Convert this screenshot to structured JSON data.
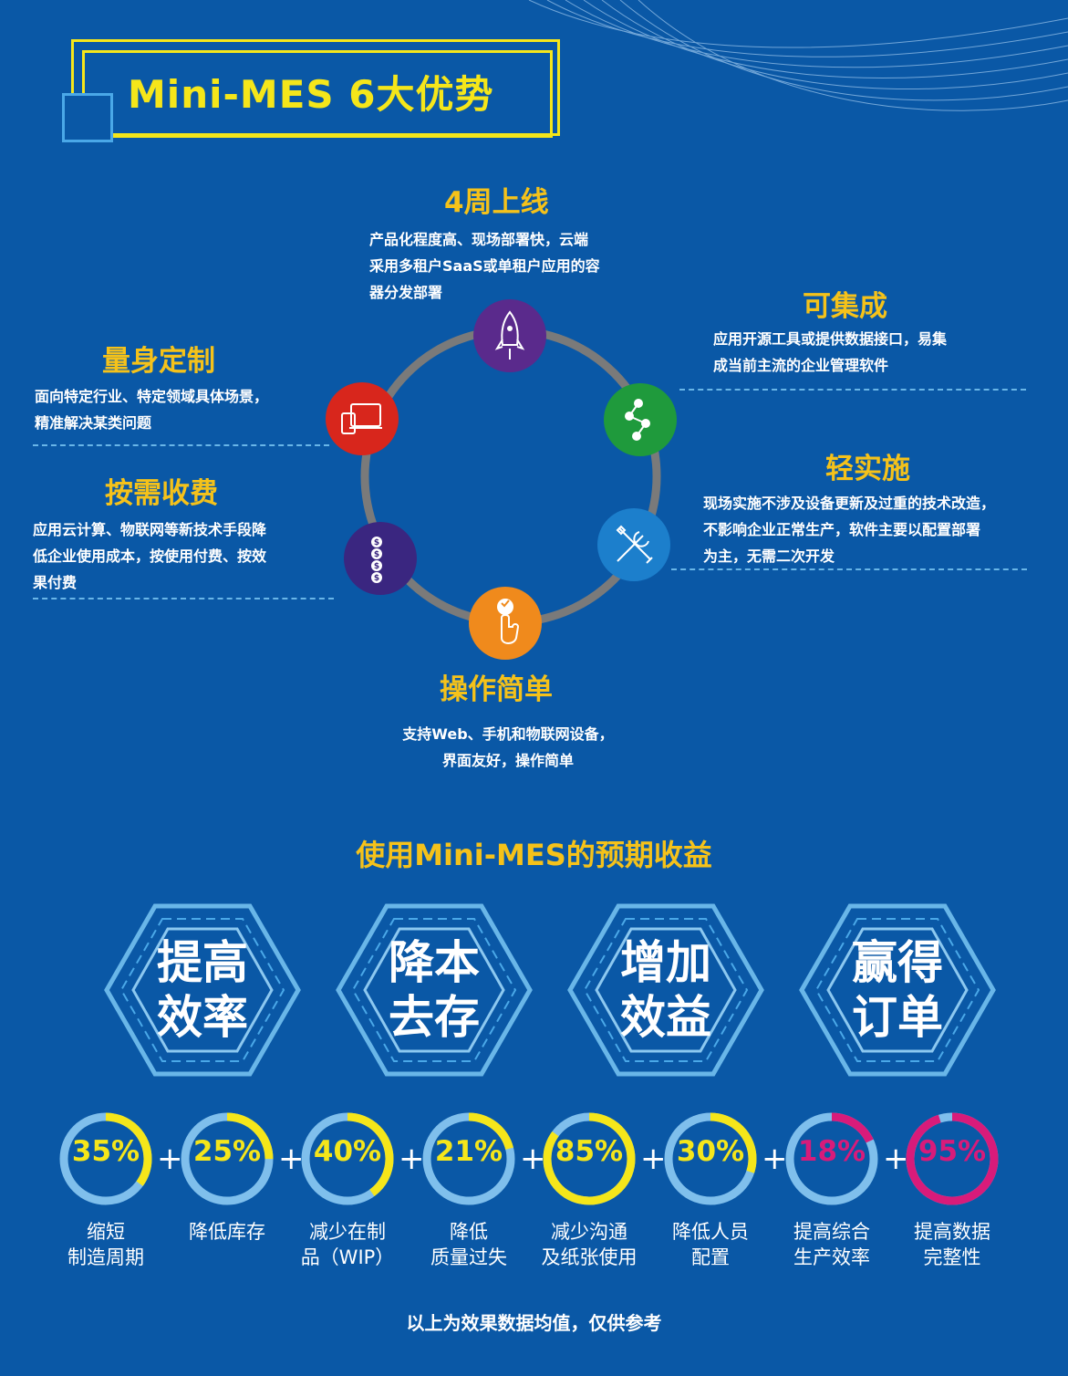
{
  "header": {
    "title": "Mini-MES 6大优势"
  },
  "features": [
    {
      "id": "weeks4",
      "title": "4周上线",
      "desc": [
        "产品化程度高、现场部署快，云端",
        "采用多租户SaaS或单租户应用的容",
        "器分发部署"
      ],
      "icon": "rocket-icon",
      "color": "#5a2a8c"
    },
    {
      "id": "integrate",
      "title": "可集成",
      "desc": [
        "应用开源工具或提供数据接口，易集",
        "成当前主流的企业管理软件"
      ],
      "icon": "share-nodes-icon",
      "color": "#1f9a3c"
    },
    {
      "id": "light",
      "title": "轻实施",
      "desc": [
        "现场实施不涉及设备更新及过重的技术改造，",
        "不影响企业正常生产，软件主要以配置部署",
        "为主，无需二次开发"
      ],
      "icon": "wrench-screwdriver-icon",
      "color": "#1c7fcc"
    },
    {
      "id": "simple",
      "title": "操作简单",
      "desc": [
        "支持Web、手机和物联网设备，",
        "界面友好，操作简单"
      ],
      "icon": "touch-hand-icon",
      "color": "#f08a1c"
    },
    {
      "id": "pay",
      "title": "按需收费",
      "desc": [
        "应用云计算、物联网等新技术手段降",
        "低企业使用成本，按使用付费、按效",
        "果付费"
      ],
      "icon": "coins-dollar-icon",
      "color": "#3a2680"
    },
    {
      "id": "custom",
      "title": "量身定制",
      "desc": [
        "面向特定行业、特定领域具体场景，",
        "精准解决某类问题"
      ],
      "icon": "devices-icon",
      "color": "#d8261c"
    }
  ],
  "benefits": {
    "title": "使用Mini-MES的预期收益",
    "hexes": [
      {
        "line1": "提高",
        "line2": "效率"
      },
      {
        "line1": "降本",
        "line2": "去存"
      },
      {
        "line1": "增加",
        "line2": "效益"
      },
      {
        "line1": "赢得",
        "line2": "订单"
      }
    ],
    "metrics": [
      {
        "value": "35%",
        "fraction": 0.35,
        "color": "#f5e61a",
        "label": [
          "缩短",
          "制造周期"
        ]
      },
      {
        "value": "25%",
        "fraction": 0.25,
        "color": "#f5e61a",
        "label": [
          "降低库存"
        ]
      },
      {
        "value": "40%",
        "fraction": 0.4,
        "color": "#f5e61a",
        "label": [
          "减少在制",
          "品（WIP）"
        ]
      },
      {
        "value": "21%",
        "fraction": 0.21,
        "color": "#f5e61a",
        "label": [
          "降低",
          "质量过失"
        ]
      },
      {
        "value": "85%",
        "fraction": 0.85,
        "color": "#f5e61a",
        "label": [
          "减少沟通",
          "及纸张使用"
        ]
      },
      {
        "value": "30%",
        "fraction": 0.3,
        "color": "#f5e61a",
        "label": [
          "降低人员",
          "配置"
        ]
      },
      {
        "value": "18%",
        "fraction": 0.18,
        "color": "#d81b7a",
        "label": [
          "提高综合",
          "生产效率"
        ]
      },
      {
        "value": "95%",
        "fraction": 0.95,
        "color": "#d81b7a",
        "label": [
          "提高数据",
          "完整性"
        ]
      }
    ],
    "plus": "+"
  },
  "footnote": "以上为效果数据均值，仅供参考"
}
